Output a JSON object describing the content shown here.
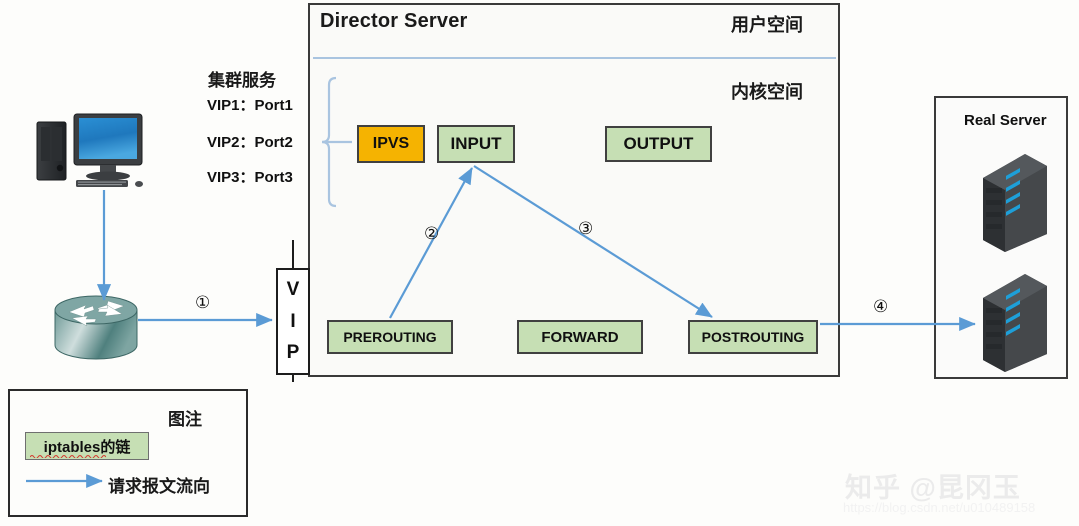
{
  "director": {
    "title": "Director Server",
    "user_space_label": "用户空间",
    "kernel_space_label": "内核空间"
  },
  "cluster_service": {
    "title": "集群服务",
    "entries": [
      "VIP1：Port1",
      "VIP2：Port2",
      "VIP3：Port3"
    ]
  },
  "vip_gateway": {
    "letters": [
      "V",
      "I",
      "P"
    ]
  },
  "boxes": {
    "ipvs": "IPVS",
    "input": "INPUT",
    "output": "OUTPUT",
    "prerouting": "PREROUTING",
    "forward": "FORWARD",
    "postrouting": "POSTROUTING"
  },
  "real_server": {
    "title": "Real Server",
    "node_count": 2
  },
  "flow_numbers": [
    "①",
    "②",
    "③",
    "④"
  ],
  "legend": {
    "title": "图注",
    "chain_label": "iptables的链",
    "flow_label": "请求报文流向"
  },
  "watermark": {
    "text": "知乎 @昆冈玉",
    "url": "https://blog.csdn.net/u010489158"
  },
  "colors": {
    "chain_green": "#c6dfb4",
    "ipvs_orange": "#f5b301",
    "arrow_blue": "#5b9bd5",
    "brace_blue": "#a9c4e0",
    "border_dark": "#3a3a3a",
    "router_teal": "#5c8f8d"
  }
}
